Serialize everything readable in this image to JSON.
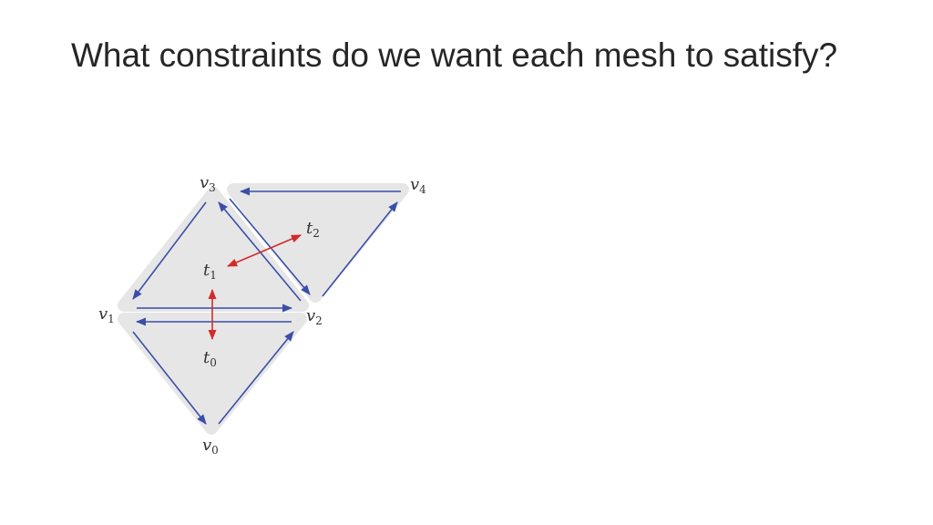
{
  "title": "What constraints do we want each mesh to satisfy?",
  "diagram": {
    "vertices": [
      {
        "name": "v",
        "sub": "0"
      },
      {
        "name": "v",
        "sub": "1"
      },
      {
        "name": "v",
        "sub": "2"
      },
      {
        "name": "v",
        "sub": "3"
      },
      {
        "name": "v",
        "sub": "4"
      }
    ],
    "triangles": [
      {
        "name": "t",
        "sub": "0"
      },
      {
        "name": "t",
        "sub": "1"
      },
      {
        "name": "t",
        "sub": "2"
      }
    ],
    "colors": {
      "fill": "#e6e6e6",
      "halfedge": "#3a4fa8",
      "adjacency": "#d42a2a",
      "text": "#333333"
    }
  }
}
